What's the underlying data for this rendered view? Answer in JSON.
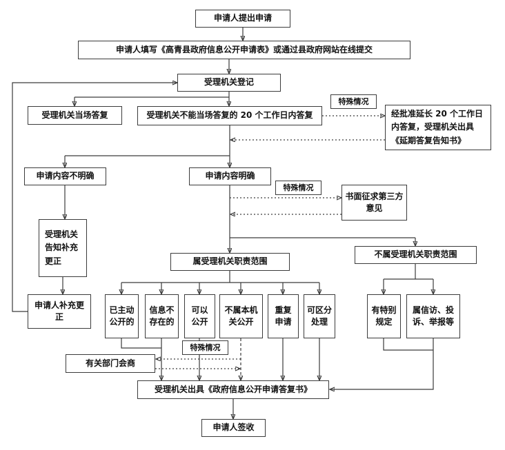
{
  "colors": {
    "line": "#3a3a3a",
    "box_border": "#3a3a3a",
    "box_bg": "#ffffff",
    "text": "#111111",
    "page_bg": "#ffffff"
  },
  "nodes": {
    "submit": "申请人提出申请",
    "fill_form": "申请人填写《高青县政府信息公开申请表》或通过县政府网站在线提交",
    "register": "受理机关登记",
    "onsite_reply": "受理机关当场答复",
    "reply_20days": "受理机关不能当场答复的 20 个工作日内答复",
    "special_case_1": "特殊情况",
    "extension": "经批准延长 20 个工作日内答复，受理机关出具《延期答复告知书》",
    "unclear": "申请内容不明确",
    "clear": "申请内容明确",
    "special_case_2": "特殊情况",
    "third_party": "书面征求第三方意见",
    "notify_supplement": "受理机关告知补充更正",
    "applicant_supplement": "申请人补充更正",
    "in_scope": "属受理机关职责范围",
    "out_of_scope": "不属受理机关职责范围",
    "already_public": "已主动公开的",
    "not_exist": "信息不存在的",
    "can_public": "可以公开",
    "other_agency": "不属本机关公开",
    "duplicate": "重复申请",
    "partial": "可区分处理",
    "special_rules": "有特别规定",
    "petition": "属信访、投诉、举报等",
    "special_case_3": "特殊情况",
    "consultation": "有关部门会商",
    "reply_doc": "受理机关出具《政府信息公开申请答复书》",
    "sign": "申请人签收"
  }
}
